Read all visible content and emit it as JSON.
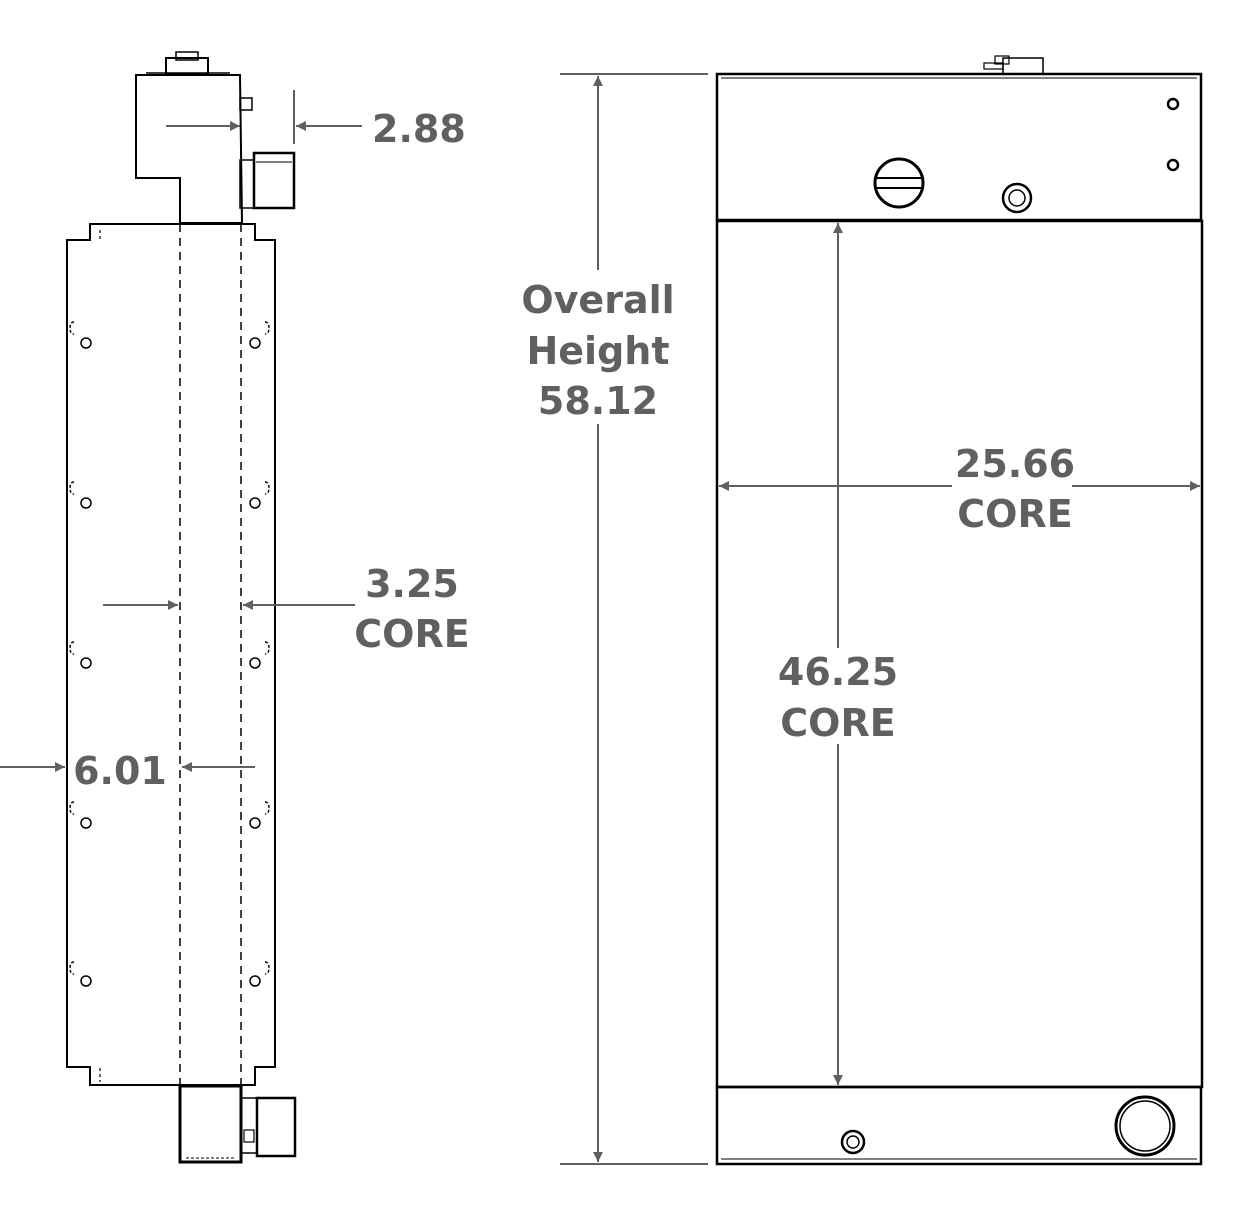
{
  "colors": {
    "outline": "#000000",
    "dimension": "#606060",
    "background": "#ffffff"
  },
  "side_view": {
    "dim_top_offset": "2.88",
    "dim_core_depth": "3.25",
    "dim_core_depth_unit": "CORE",
    "dim_overall_depth": "6.01"
  },
  "front_view": {
    "overall_height_line1": "Overall",
    "overall_height_line2": "Height",
    "overall_height_value": "58.12",
    "core_width_value": "25.66",
    "core_width_unit": "CORE",
    "core_height_value": "46.25",
    "core_height_unit": "CORE"
  }
}
